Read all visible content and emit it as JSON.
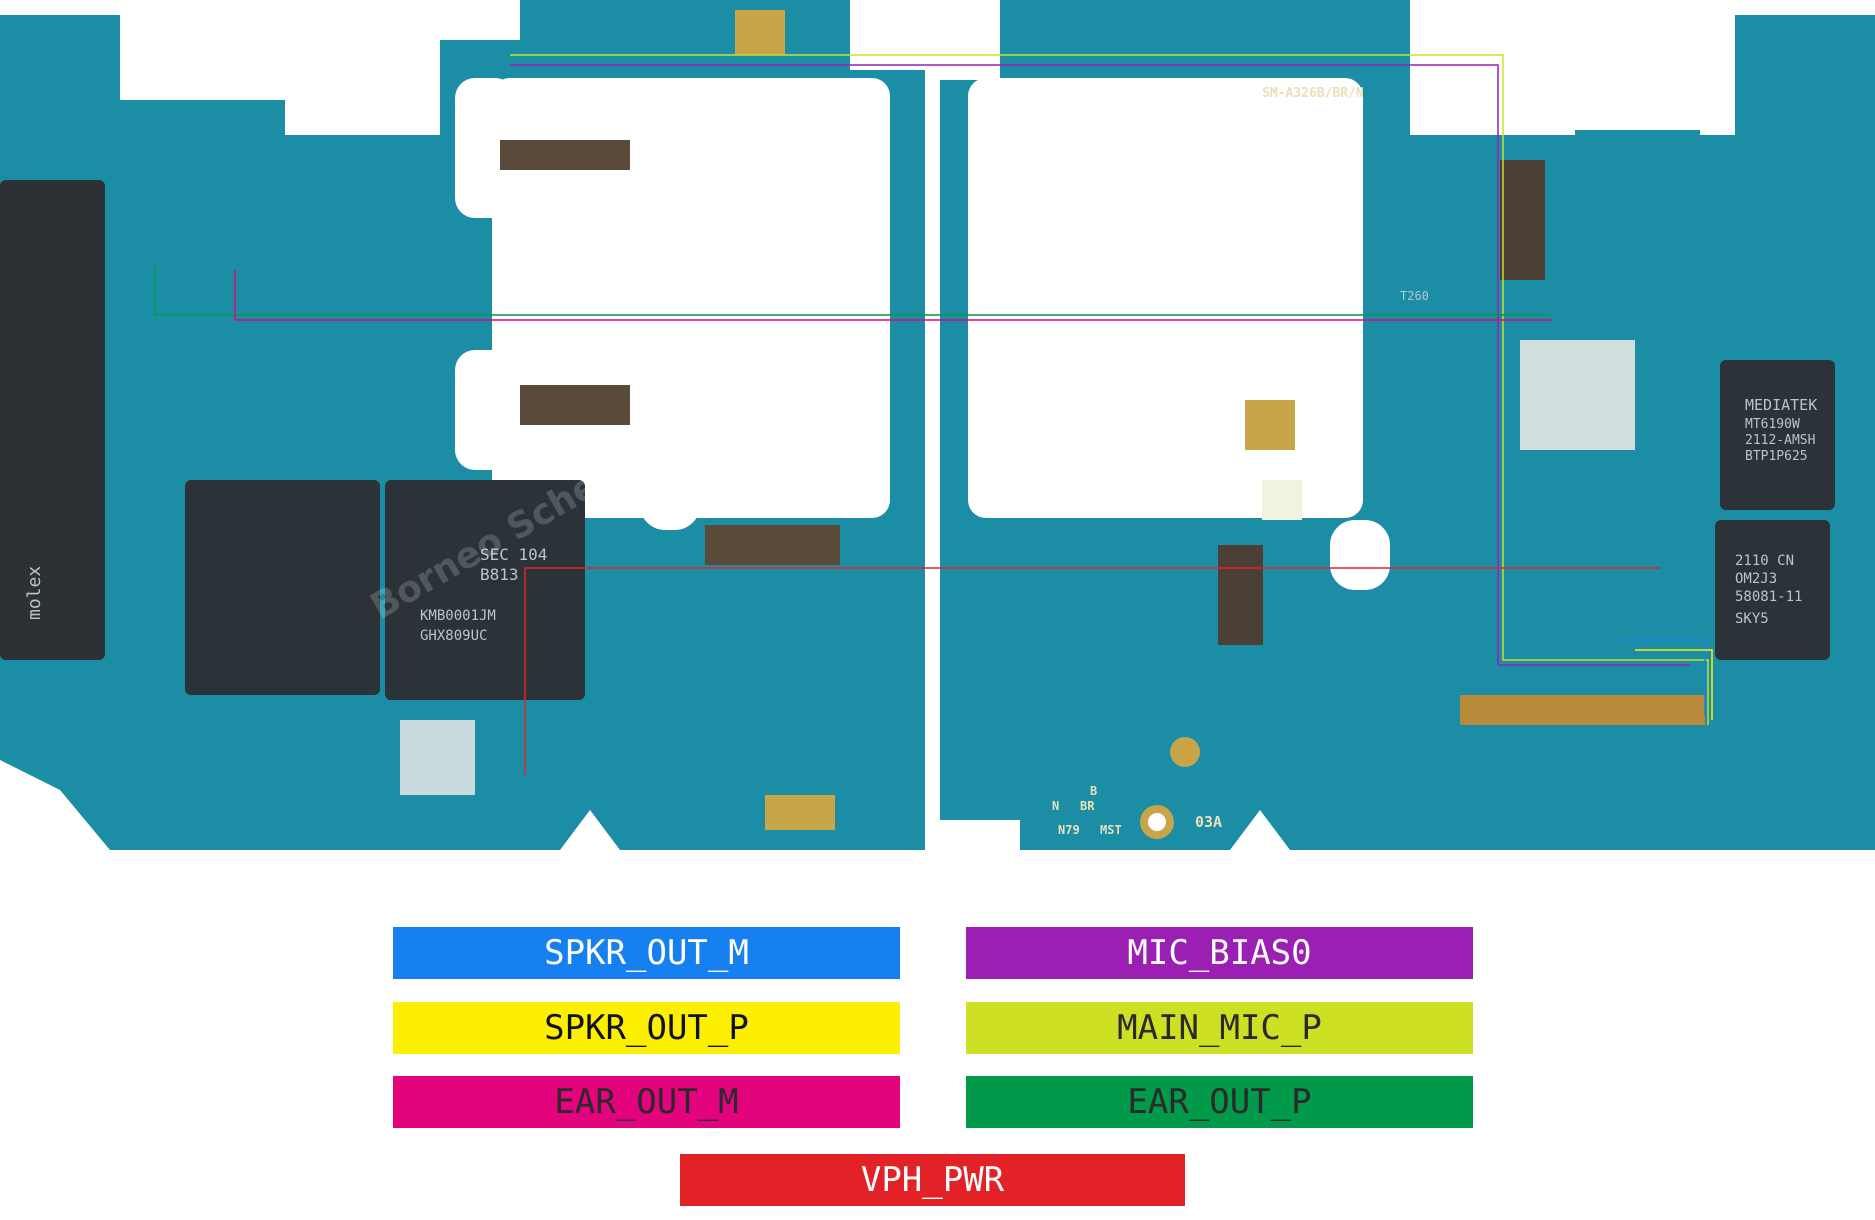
{
  "board": {
    "model_marking": "SM-A326B/BR/N",
    "watermark": "Borneo Schematics",
    "left_connector_brand": "molex",
    "memory_chip": [
      "SEC 104",
      "B813",
      "KMB0001JM",
      "GHX809UC"
    ],
    "mediatek_chip": [
      "MEDIATEK",
      "MT6190W",
      "2112-AMSH",
      "BTP1P625"
    ],
    "skyworks_chip": [
      "2110 CN",
      "OM2J3",
      "58081-11",
      "SKY5"
    ],
    "crystal": "T260",
    "silk_labels": [
      "03A",
      "N79",
      "MST",
      "BR",
      "B",
      "N"
    ]
  },
  "legend": [
    {
      "label": "SPKR_OUT_M",
      "color": "#1780f0",
      "text_color": "#ffffff"
    },
    {
      "label": "MIC_BIAS0",
      "color": "#9c1fb4",
      "text_color": "#ffffff"
    },
    {
      "label": "SPKR_OUT_P",
      "color": "#fcef00",
      "text_color": "#111111"
    },
    {
      "label": "MAIN_MIC_P",
      "color": "#cde023",
      "text_color": "#2a2a2a"
    },
    {
      "label": "EAR_OUT_M",
      "color": "#e3037c",
      "text_color": "#2a2a2a"
    },
    {
      "label": "EAR_OUT_P",
      "color": "#019a4a",
      "text_color": "#2a2a2a"
    },
    {
      "label": "VPH_PWR",
      "color": "#e32228",
      "text_color": "#ffffff"
    }
  ]
}
